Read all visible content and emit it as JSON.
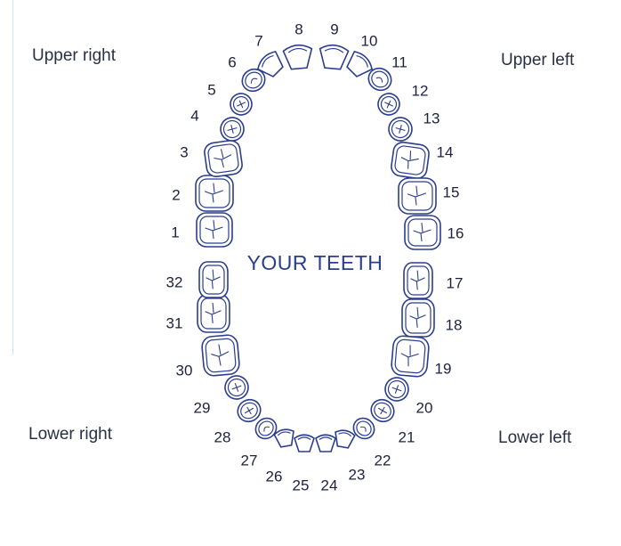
{
  "title": "YOUR TEETH",
  "quadrants": {
    "upper_right": "Upper right",
    "upper_left": "Upper left",
    "lower_right": "Lower right",
    "lower_left": "Lower left"
  },
  "teeth": [
    {
      "number": "1",
      "type": "molar"
    },
    {
      "number": "2",
      "type": "molar"
    },
    {
      "number": "3",
      "type": "molar"
    },
    {
      "number": "4",
      "type": "premolar"
    },
    {
      "number": "5",
      "type": "premolar"
    },
    {
      "number": "6",
      "type": "canine"
    },
    {
      "number": "7",
      "type": "incisor"
    },
    {
      "number": "8",
      "type": "incisor"
    },
    {
      "number": "9",
      "type": "incisor"
    },
    {
      "number": "10",
      "type": "incisor"
    },
    {
      "number": "11",
      "type": "canine"
    },
    {
      "number": "12",
      "type": "premolar"
    },
    {
      "number": "13",
      "type": "premolar"
    },
    {
      "number": "14",
      "type": "molar"
    },
    {
      "number": "15",
      "type": "molar"
    },
    {
      "number": "16",
      "type": "molar"
    },
    {
      "number": "17",
      "type": "molar"
    },
    {
      "number": "18",
      "type": "molar"
    },
    {
      "number": "19",
      "type": "molar"
    },
    {
      "number": "20",
      "type": "premolar"
    },
    {
      "number": "21",
      "type": "premolar"
    },
    {
      "number": "22",
      "type": "canine"
    },
    {
      "number": "23",
      "type": "incisor"
    },
    {
      "number": "24",
      "type": "incisor"
    },
    {
      "number": "25",
      "type": "incisor"
    },
    {
      "number": "26",
      "type": "incisor"
    },
    {
      "number": "27",
      "type": "canine"
    },
    {
      "number": "28",
      "type": "premolar"
    },
    {
      "number": "29",
      "type": "premolar"
    },
    {
      "number": "30",
      "type": "molar"
    },
    {
      "number": "31",
      "type": "molar"
    },
    {
      "number": "32",
      "type": "molar"
    }
  ],
  "colors": {
    "outline": "#2b3d8f",
    "title": "#2b3d8f",
    "text": "#1c2140",
    "background": "#ffffff"
  }
}
